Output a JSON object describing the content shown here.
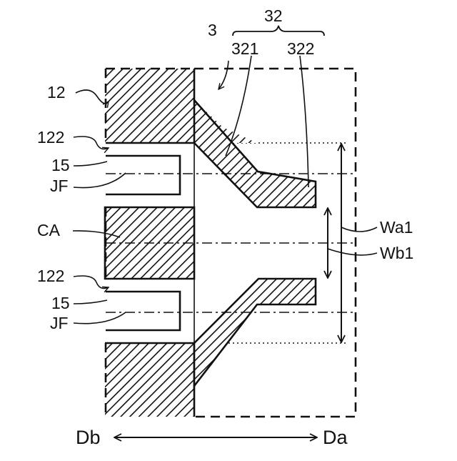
{
  "labels": {
    "ref_12": "12",
    "ref_3": "3",
    "ref_32": "32",
    "ref_321": "321",
    "ref_322": "322",
    "ref_122_top": "122",
    "ref_15_top": "15",
    "ref_jf_top": "JF",
    "ref_ca": "CA",
    "ref_122_bottom": "122",
    "ref_15_bottom": "15",
    "ref_jf_bottom": "JF",
    "ref_wa1": "Wa1",
    "ref_wb1": "Wb1",
    "dir_db": "Db",
    "dir_da": "Da"
  }
}
